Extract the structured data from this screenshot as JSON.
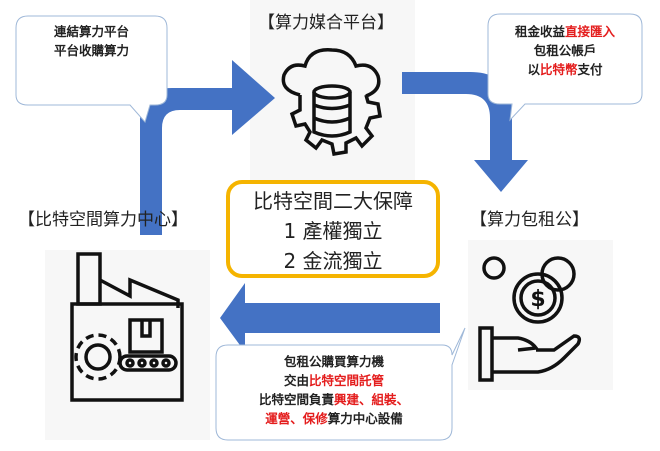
{
  "platform": {
    "title": "【算力媒合平台】",
    "icon": "cloud-gear-database-icon"
  },
  "datacenter": {
    "title": "【比特空間算力中心】",
    "icon": "factory-icon"
  },
  "landlord": {
    "title": "【算力包租公】",
    "icon": "hand-coins-icon"
  },
  "guarantee": {
    "heading": "比特空間二大保障",
    "item1": "1 產權獨立",
    "item2": "2 金流獨立"
  },
  "bubble_left": {
    "line1": "連結算力平台",
    "line2": "平台收購算力"
  },
  "bubble_right": {
    "line1_a": "租金收益",
    "line1_b": "直接匯入",
    "line2": "包租公帳戶",
    "line3_a": "以",
    "line3_b": "比特幣",
    "line3_c": "支付"
  },
  "bubble_bottom": {
    "line1": "包租公購買算力機",
    "line2_a": "交由",
    "line2_b": "比特空間託管",
    "line3_a": "比特空間負責",
    "line3_b": "興建、組裝、",
    "line4_a": "運營、保修",
    "line4_b": "算力中心設備"
  },
  "colors": {
    "arrow": "#4472c4",
    "highlight": "#e41d1d",
    "guarantee_border": "#f5b400"
  }
}
